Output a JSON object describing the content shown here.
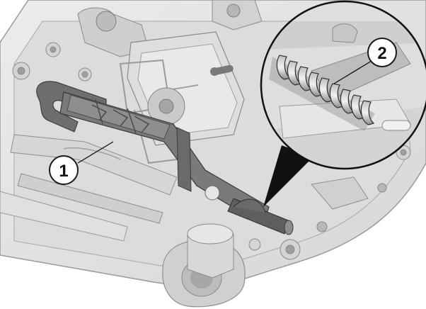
{
  "callouts": [
    {
      "id": "1",
      "label": "1",
      "part": "slide-bar"
    },
    {
      "id": "2",
      "label": "2",
      "part": "spring"
    }
  ],
  "colors": {
    "background": "#ffffff",
    "housing": "#e4e4e4",
    "housing_shadow": "#c8c8c8",
    "housing_edge": "#8a8a8a",
    "part_dark": "#6e6e6e",
    "part_mid": "#8c8c8c",
    "callout_fill": "#ffffff",
    "callout_stroke": "#1a1a1a",
    "pointer": "#111111"
  }
}
